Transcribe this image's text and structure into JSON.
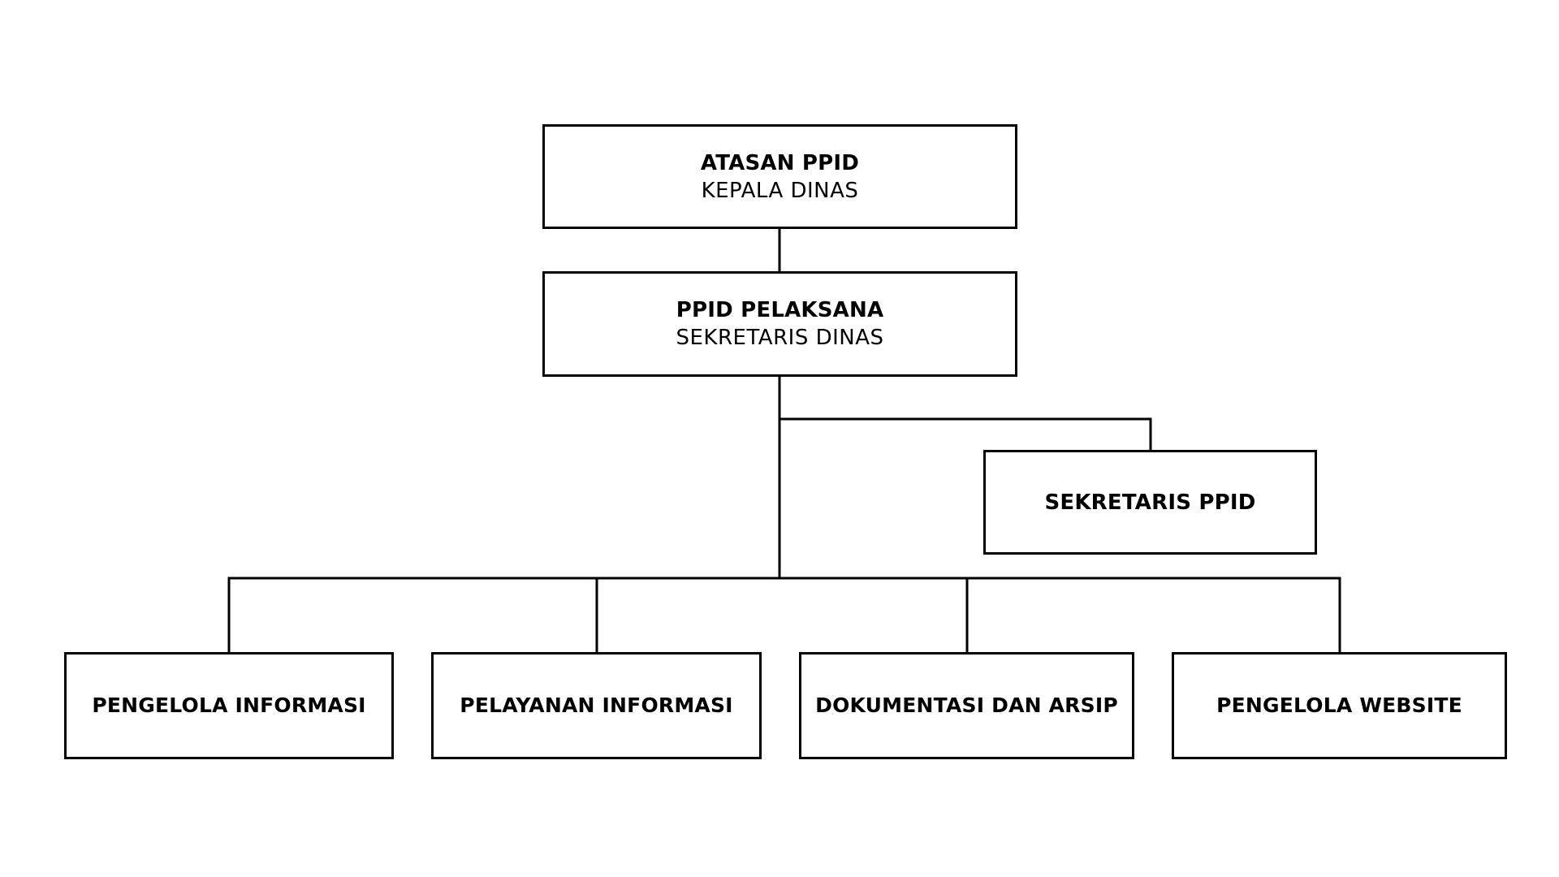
{
  "org_chart": {
    "top": {
      "role": "ATASAN PPID",
      "holder": "KEPALA DINAS"
    },
    "executor": {
      "role": "PPID PELAKSANA",
      "holder": "SEKRETARIS DINAS"
    },
    "secretary": {
      "role": "SEKRETARIS PPID"
    },
    "units": [
      {
        "label": "PENGELOLA INFORMASI"
      },
      {
        "label": "PELAYANAN INFORMASI"
      },
      {
        "label": "DOKUMENTASI DAN ARSIP"
      },
      {
        "label": "PENGELOLA WEBSITE"
      }
    ],
    "colors": {
      "line": "#000000",
      "box_border": "#000000",
      "background": "#ffffff"
    }
  }
}
